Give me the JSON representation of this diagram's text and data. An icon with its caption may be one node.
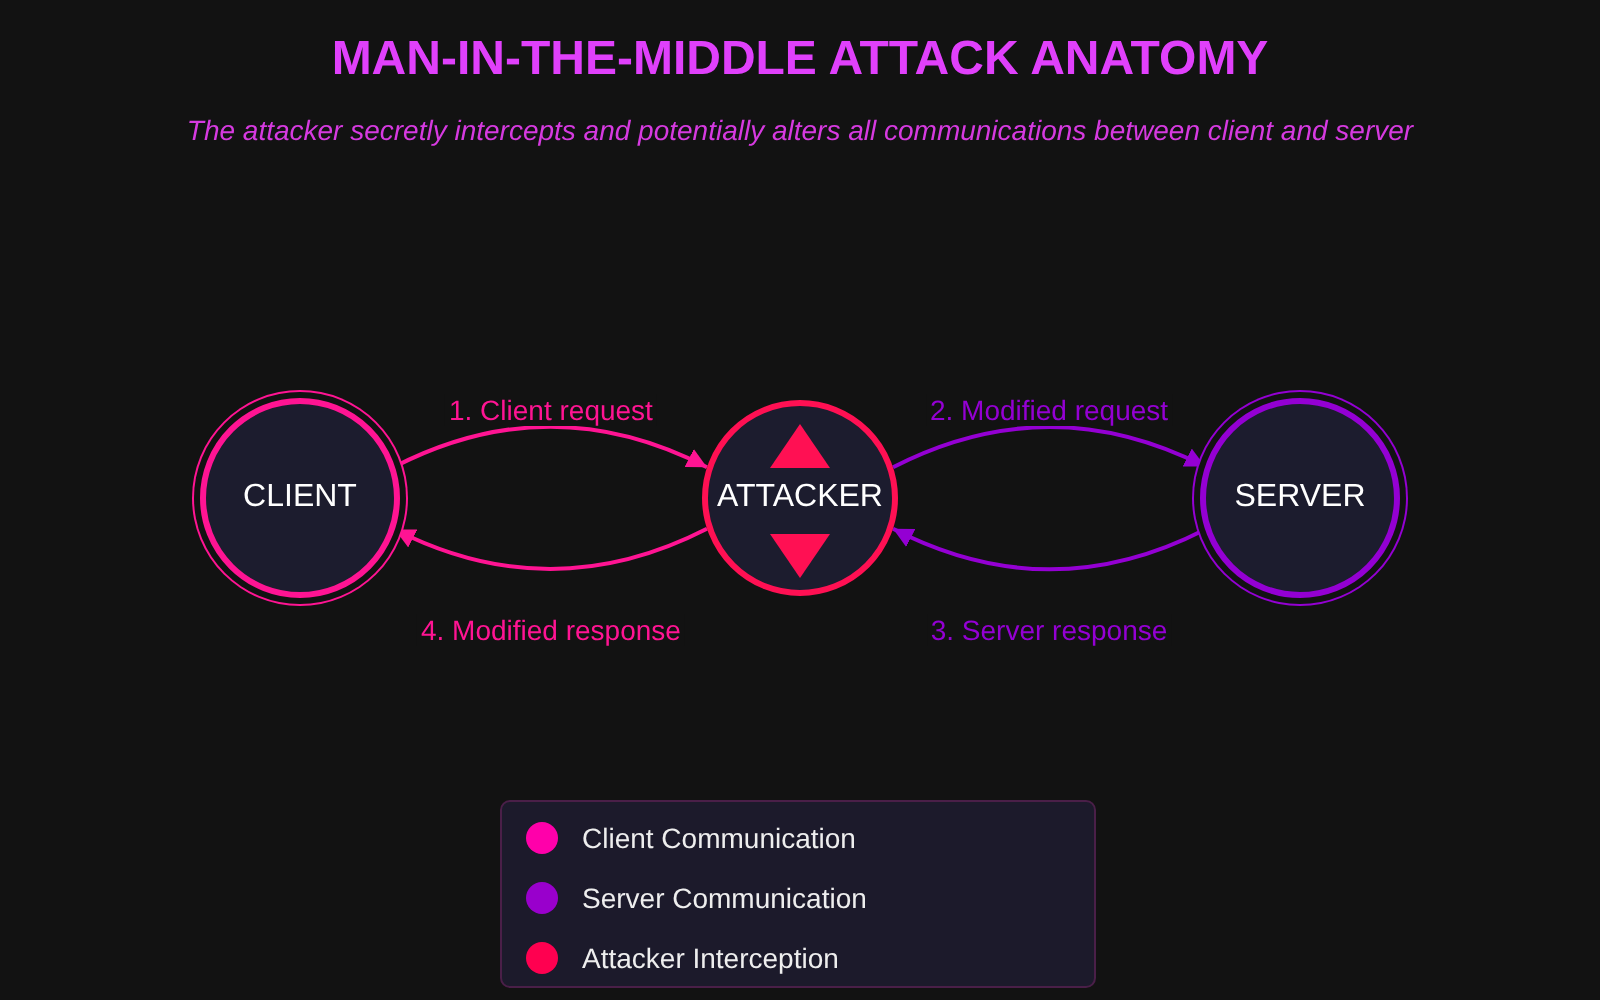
{
  "diagram": {
    "title": "MAN-IN-THE-MIDDLE ATTACK ANATOMY",
    "caption": "The attacker secretly intercepts and potentially alters all communications between client and server",
    "nodes": [
      {
        "text": [
          "CLIENT"
        ]
      },
      {
        "text": [
          "ATTACKER"
        ]
      },
      {
        "text": [
          "SERVER"
        ]
      }
    ],
    "edges": [
      {
        "from": 0,
        "to": 1,
        "arrow": "to",
        "label": "1. Client request",
        "color": "#ff1493"
      },
      {
        "from": 1,
        "to": 2,
        "arrow": "to",
        "label": "2. Modified request",
        "color": "#9400d3"
      },
      {
        "from": 2,
        "to": 1,
        "arrow": "to",
        "label": "3. Server response",
        "color": "#9400d3"
      },
      {
        "from": 1,
        "to": 0,
        "arrow": "to",
        "label": "4. Modified response",
        "color": "#ff1493"
      }
    ],
    "legend": [
      {
        "text": "Client Communication",
        "color": "#ff00aa"
      },
      {
        "text": "Server Communication",
        "color": "#9900cc"
      },
      {
        "text": "Attacker Interception",
        "color": "#ff0050"
      }
    ]
  }
}
